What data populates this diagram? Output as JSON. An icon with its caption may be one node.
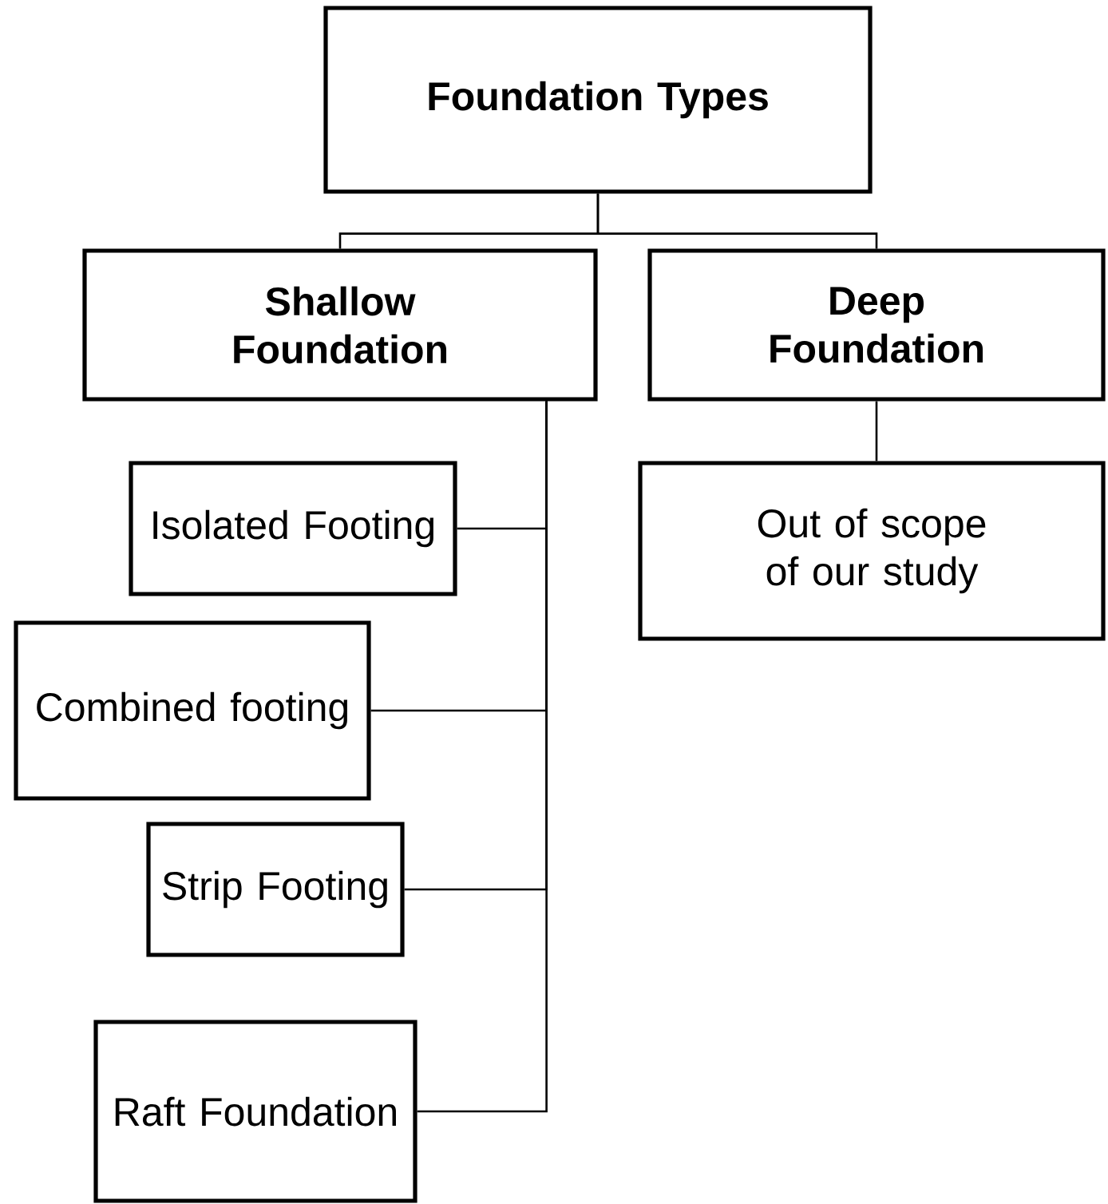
{
  "diagram": {
    "nodes": [
      {
        "text": [
          "Foundation Types"
        ]
      },
      {
        "text": [
          "Shallow Foundation"
        ]
      },
      {
        "text": [
          "Deep Foundation"
        ]
      },
      {
        "text": [
          "Isolated Footing"
        ]
      },
      {
        "text": [
          "Out of scope of our study"
        ]
      },
      {
        "text": [
          "Combined footing"
        ]
      },
      {
        "text": [
          "Strip Footing"
        ]
      },
      {
        "text": [
          "Raft Foundation"
        ]
      }
    ],
    "edges": [
      {
        "from": 0,
        "to": 1,
        "arrow": "none"
      },
      {
        "from": 0,
        "to": 2,
        "arrow": "none"
      },
      {
        "from": 1,
        "to": 3,
        "arrow": "none"
      },
      {
        "from": 1,
        "to": 5,
        "arrow": "none"
      },
      {
        "from": 1,
        "to": 6,
        "arrow": "none"
      },
      {
        "from": 1,
        "to": 7,
        "arrow": "none"
      },
      {
        "from": 2,
        "to": 4,
        "arrow": "none"
      }
    ]
  }
}
